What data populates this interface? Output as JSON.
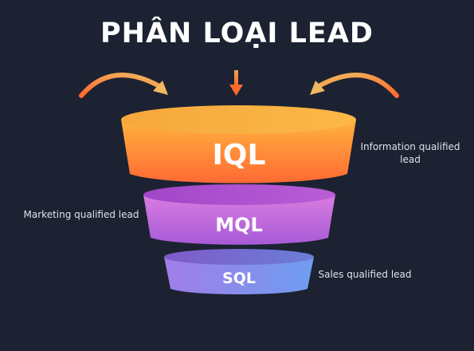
{
  "title": "PHÂN LOẠI LEAD",
  "stages": [
    {
      "code": "IQL",
      "description": "Information qualified lead",
      "colors": [
        "#ffb23e",
        "#ff6a33"
      ]
    },
    {
      "code": "MQL",
      "description": "Marketing qualified lead",
      "colors": [
        "#d97ce0",
        "#a85bd8"
      ]
    },
    {
      "code": "SQL",
      "description": "Sales qualified lead",
      "colors": [
        "#a07ee8",
        "#6f9df0"
      ]
    }
  ],
  "colors": {
    "background": "#1c2231",
    "arrow_start": "#ff6a2c",
    "arrow_end": "#f0b860"
  },
  "icons": [
    "arrow-curved-left-icon",
    "arrow-down-icon",
    "arrow-curved-right-icon"
  ]
}
